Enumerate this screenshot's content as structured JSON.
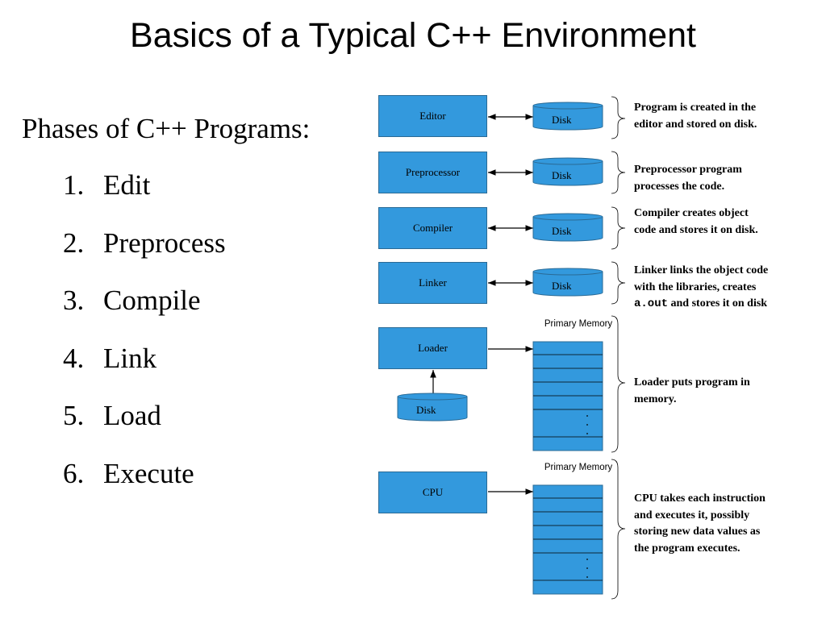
{
  "title": "Basics of a Typical C++ Environment",
  "phases": {
    "heading": "Phases of C++ Programs:",
    "items": [
      {
        "num": "1.",
        "label": "Edit"
      },
      {
        "num": "2.",
        "label": "Preprocess"
      },
      {
        "num": "3.",
        "label": "Compile"
      },
      {
        "num": "4.",
        "label": "Link"
      },
      {
        "num": "5.",
        "label": "Load"
      },
      {
        "num": "6.",
        "label": "Execute"
      }
    ]
  },
  "diagram": {
    "editor": {
      "label": "Editor",
      "disk": "Disk",
      "desc": "Program is created in the editor and stored on disk."
    },
    "preprocessor": {
      "label": "Preprocessor",
      "disk": "Disk",
      "desc": "Preprocessor program processes the code."
    },
    "compiler": {
      "label": "Compiler",
      "disk": "Disk",
      "desc": "Compiler creates object code and stores it on disk."
    },
    "linker": {
      "label": "Linker",
      "disk": "Disk",
      "desc_before": "Linker links the object code with the libraries, creates ",
      "desc_code": "a.out",
      "desc_after": " and stores it on disk"
    },
    "loader": {
      "label": "Loader",
      "disk": "Disk",
      "memory": "Primary Memory",
      "desc": "Loader puts program in memory."
    },
    "cpu": {
      "label": "CPU",
      "memory": "Primary Memory",
      "desc": "CPU takes each instruction and executes it, possibly storing new data values as the program executes."
    }
  },
  "colors": {
    "box_fill": "#3399dd",
    "outline": "#000000"
  }
}
